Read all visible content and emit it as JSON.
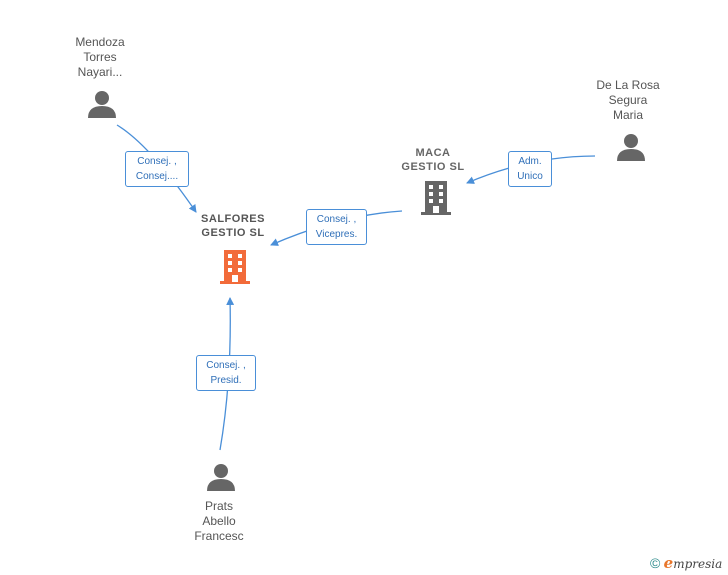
{
  "nodes": {
    "main_company": {
      "line1": "SALFORES",
      "line2": "GESTIO  SL",
      "color": "#f26b3a"
    },
    "maca": {
      "line1": "MACA",
      "line2": "GESTIO  SL",
      "color": "#666666"
    },
    "mendoza": {
      "line1": "Mendoza",
      "line2": "Torres",
      "line3": "Nayari..."
    },
    "delarosa": {
      "line1": "De La Rosa",
      "line2": "Segura",
      "line3": "Maria"
    },
    "prats": {
      "line1": "Prats",
      "line2": "Abello",
      "line3": "Francesc"
    }
  },
  "edges": {
    "mendoza_to_salfores": {
      "line1": "Consej. ,",
      "line2": "Consej...."
    },
    "maca_to_salfores": {
      "line1": "Consej. ,",
      "line2": "Vicepres."
    },
    "delarosa_to_maca": {
      "line1": "Adm.",
      "line2": "Unico"
    },
    "prats_to_salfores": {
      "line1": "Consej. ,",
      "line2": "Presid."
    }
  },
  "colors": {
    "edge": "#4a8fd8",
    "person": "#666666"
  },
  "footer": {
    "copyright": "©",
    "brand_initial": "e",
    "brand_rest": "mpresia"
  }
}
